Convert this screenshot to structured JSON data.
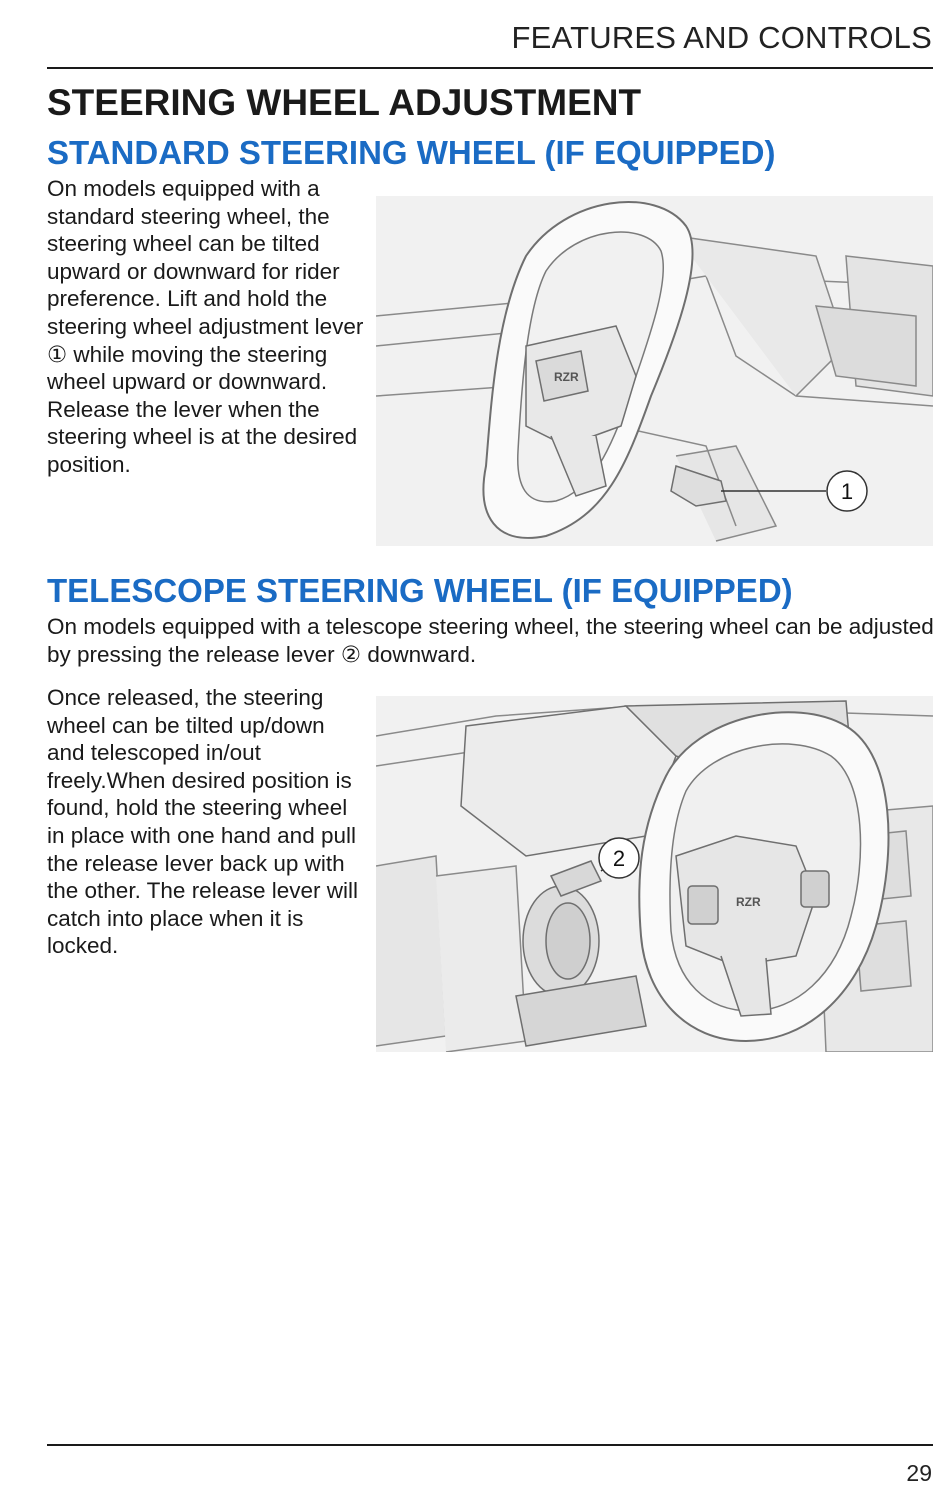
{
  "header": {
    "section_title": "FEATURES AND CONTROLS"
  },
  "page": {
    "heading": "STEERING WHEEL ADJUSTMENT",
    "number": "29"
  },
  "sections": {
    "standard": {
      "title": "STANDARD STEERING WHEEL (IF EQUIPPED)",
      "text": "On models equipped with a standard steering wheel, the steering wheel can be tilted upward or downward for rider preference. Lift and hold the steering wheel adjustment lever ① while moving the steering wheel upward or downward. Release the lever when the steering wheel is at the desired position.",
      "callout": "1"
    },
    "telescope": {
      "title": "TELESCOPE STEERING WHEEL (IF EQUIPPED)",
      "intro": "On models equipped with a telescope steering wheel, the steering wheel can be adjusted by pressing the release lever ② downward.",
      "text": "Once released, the steering wheel can be tilted up/down and telescoped in/out freely.When desired position is found, hold the steering wheel in place with one hand and pull the release lever back up with the other. The release lever will catch into place when it is locked.",
      "callout": "2"
    }
  },
  "colors": {
    "subheading": "#1a6bc4",
    "text": "#1a1a1a",
    "rule": "#1a1a1a"
  }
}
